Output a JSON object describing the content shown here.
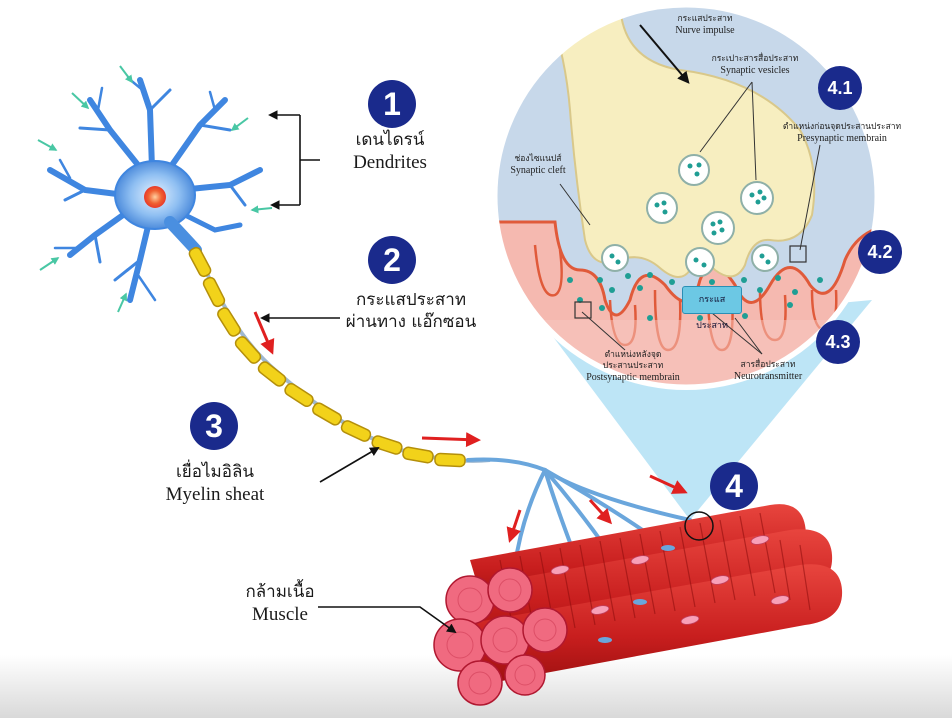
{
  "labels": {
    "dendrites": {
      "number": "1",
      "thai": "เดนไดรน์",
      "english": "Dendrites"
    },
    "impulse_axon": {
      "number": "2",
      "thai_line1": "กระแสประสาท",
      "thai_line2": "ผ่านทาง แอ๊กซอน"
    },
    "myelin": {
      "number": "3",
      "thai": "เยื่อไมอิลิน",
      "english": "Myelin sheat"
    },
    "muscle": {
      "thai": "กล้ามเนื้อ",
      "english": "Muscle"
    },
    "synapse": {
      "number": "4"
    }
  },
  "inset": {
    "nerve_impulse": {
      "thai": "กระแสประสาท",
      "english": "Nurve impulse"
    },
    "synaptic_vesicles": {
      "number": "4.1",
      "thai": "กระเปาะสารสื่อประสาท",
      "english": "Synaptic vesicles"
    },
    "presynaptic": {
      "thai": "ตำแหน่งก่อนจุดประสานประสาท",
      "english": "Presynaptic membrain"
    },
    "synaptic_cleft": {
      "thai": "ช่องไซแนปส์",
      "english": "Synaptic cleft"
    },
    "marker_42": "4.2",
    "marker_43": "4.3",
    "impulse_box": "กระแสประสาท",
    "postsynaptic": {
      "thai_line1": "ตำแหน่งหลังจุด",
      "thai_line2": "ประสานประสาท",
      "english": "Postsynaptic membrain"
    },
    "neurotransmitter": {
      "thai": "สารสื่อประสาท",
      "english": "Neurotransmitter"
    }
  },
  "colors": {
    "badge": "#1a2a8c",
    "neuron": "#4a8fe0",
    "myelin": "#f2d21a",
    "muscle": "#d42a2a",
    "arrow": "#e02020",
    "inset_bg": "#c7d8ea",
    "terminal": "#f7eec0"
  }
}
